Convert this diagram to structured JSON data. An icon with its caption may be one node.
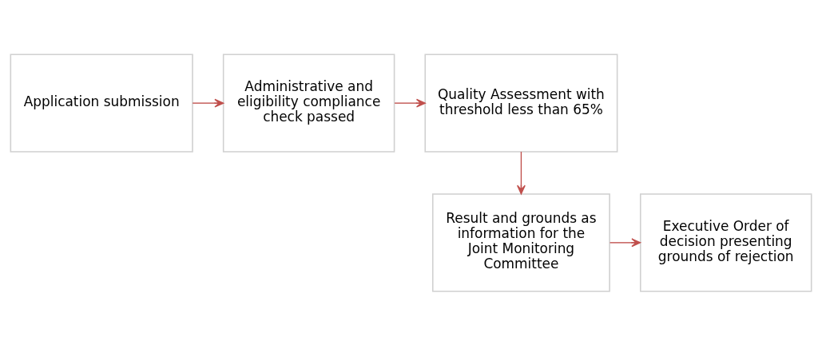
{
  "diagram": {
    "nodes": [
      {
        "text": [
          "Application submission"
        ]
      },
      {
        "text": [
          "Administrative and eligibility compliance check passed"
        ]
      },
      {
        "text": [
          "Quality Assessment with threshold less than 65%"
        ]
      },
      {
        "text": [
          "Result and grounds as information for the Joint Monitoring Committee"
        ]
      },
      {
        "text": [
          "Executive Order of decision presenting grounds of rejection"
        ]
      }
    ],
    "edges": [
      {
        "from": 0,
        "to": 1,
        "arrow": "to"
      },
      {
        "from": 1,
        "to": 2,
        "arrow": "to"
      },
      {
        "from": 2,
        "to": 3,
        "arrow": "to"
      },
      {
        "from": 3,
        "to": 4,
        "arrow": "to"
      }
    ]
  }
}
